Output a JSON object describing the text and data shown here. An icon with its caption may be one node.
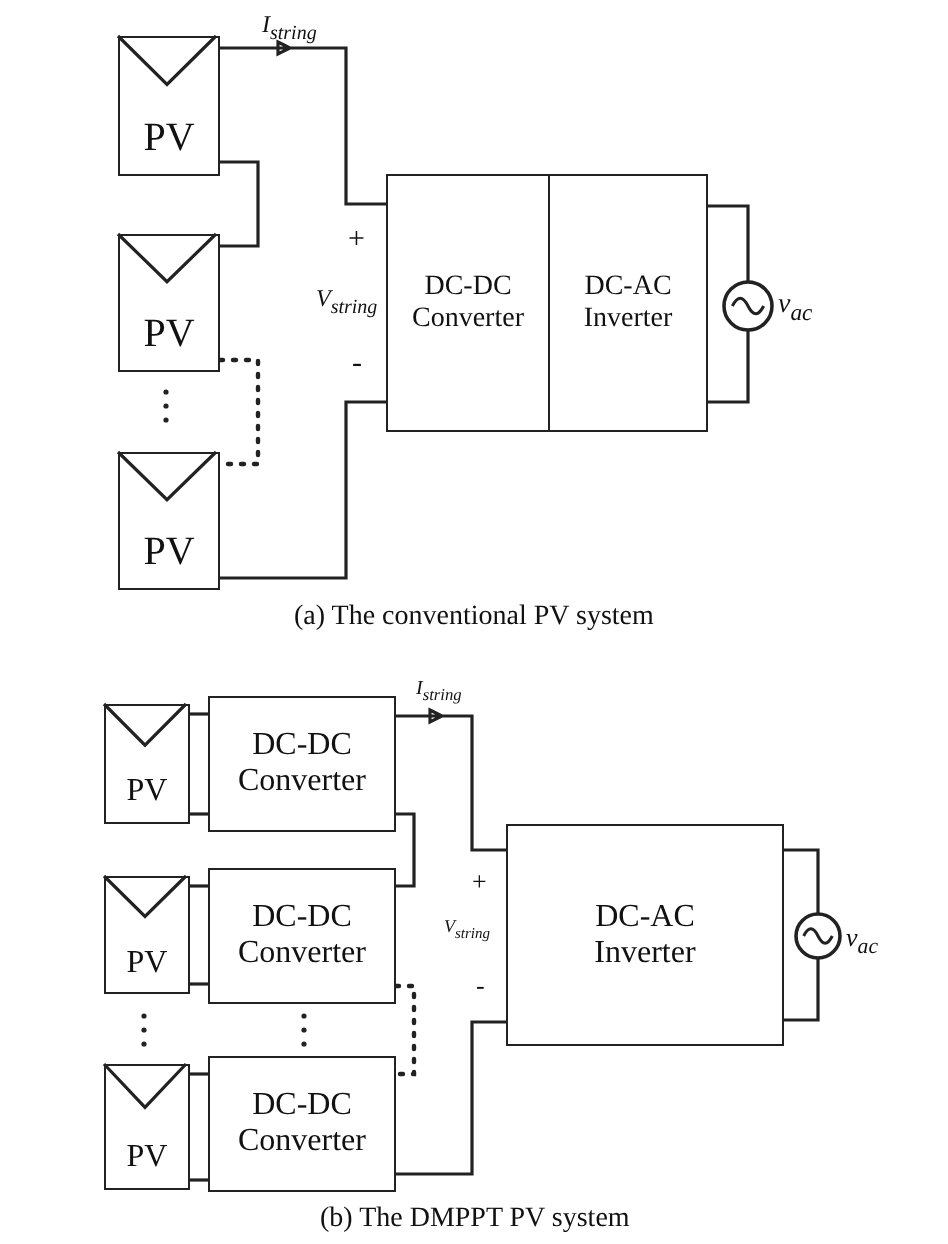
{
  "diagram": {
    "nodes": [
      {
        "text": [
          "PV"
        ]
      },
      {
        "text": [
          "PV"
        ]
      },
      {
        "text": [
          "PV"
        ]
      },
      {
        "text": [
          "DC-DC Converter"
        ]
      },
      {
        "text": [
          "DC-AC Inverter"
        ]
      },
      {
        "text": [],
        "shape": "circle",
        "beside": [
          "v$_{ac}$"
        ]
      },
      {
        "text": [
          "PV"
        ]
      },
      {
        "text": [
          "DC-DC Converter"
        ]
      },
      {
        "text": [
          "PV"
        ]
      },
      {
        "text": [
          "DC-DC Converter"
        ]
      },
      {
        "text": [
          "PV"
        ]
      },
      {
        "text": [
          "DC-DC Converter"
        ]
      },
      {
        "text": [
          "DC-AC Inverter"
        ]
      },
      {
        "text": [],
        "shape": "circle",
        "beside": [
          "v$_{ac}$"
        ]
      }
    ],
    "edges": [
      {
        "from": 0,
        "to": 3,
        "arrow": "to",
        "label": "I$_{string}$"
      },
      {
        "from": 0,
        "to": 1,
        "arrow": "none"
      },
      {
        "from": 1,
        "to": 2,
        "arrow": "none",
        "style": "dashed"
      },
      {
        "from": 2,
        "to": 3,
        "arrow": "none"
      },
      {
        "from": 4,
        "to": 5,
        "arrow": "none"
      },
      {
        "from": 4,
        "to": 5,
        "arrow": "none"
      },
      {
        "from": 6,
        "to": 7,
        "arrow": "none"
      },
      {
        "from": 6,
        "to": 7,
        "arrow": "none"
      },
      {
        "from": 8,
        "to": 9,
        "arrow": "none"
      },
      {
        "from": 8,
        "to": 9,
        "arrow": "none"
      },
      {
        "from": 10,
        "to": 11,
        "arrow": "none"
      },
      {
        "from": 10,
        "to": 11,
        "arrow": "none"
      },
      {
        "from": 7,
        "to": 12,
        "arrow": "to",
        "label": "I$_{string}$"
      },
      {
        "from": 7,
        "to": 9,
        "arrow": "none"
      },
      {
        "from": 9,
        "to": 11,
        "arrow": "none",
        "style": "dashed"
      },
      {
        "from": 11,
        "to": 12,
        "arrow": "none"
      },
      {
        "from": 12,
        "to": 13,
        "arrow": "none"
      },
      {
        "from": 12,
        "to": 13,
        "arrow": "none"
      }
    ],
    "labels": [
      "+",
      "V$_{string}$",
      "-",
      "(a) The conventional PV system",
      "+",
      "V$_{string}$",
      "-",
      "(b) The DMPPT PV system"
    ]
  }
}
